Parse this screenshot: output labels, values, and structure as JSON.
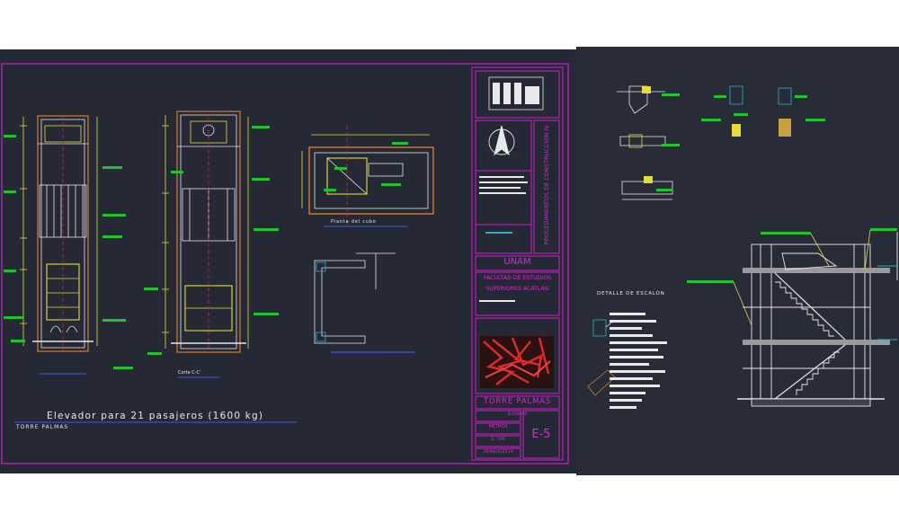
{
  "colors": {
    "canvas_bg": "#ffffff",
    "model_bg": "#252835",
    "sheet_frame": "#c21fc0",
    "magenta_text": "#d62ad6",
    "green_label": "#1fc42a",
    "yellow_line": "#e6dc3a",
    "white_line": "#e8e8e8",
    "red_axis": "#d22828",
    "blue_underline": "#3a5ad8",
    "cyan_detail": "#2ab0c8",
    "orange_detail": "#d87a2a"
  },
  "sheet": {
    "main_title": "Elevador para 21 pasajeros (1600 kg)",
    "sub_title": "TORRE PALMAS",
    "label_plan": "Planta del cubo",
    "label_section": "Corte C-C'",
    "label_detail": "DETALLE DE ESCALÓN"
  },
  "title_block": {
    "logo": "UNAM",
    "vertical_text": "PROCEDIMIENTOS DE CONSTRUCCION IV",
    "university": "UNAM",
    "faculty_line1": "FACULTAD DE ESTUDIOS",
    "faculty_line2": "SUPERIORES ACATLAN",
    "project": "TORRE PALMAS",
    "content": "ELEVADOR",
    "units": "METROS",
    "scale": "1: 100",
    "date": "29/Abril/2014",
    "sheet_number": "E-5"
  },
  "icons": {
    "north_arrow": "compass-north-icon",
    "logo": "unam-logo-icon"
  }
}
